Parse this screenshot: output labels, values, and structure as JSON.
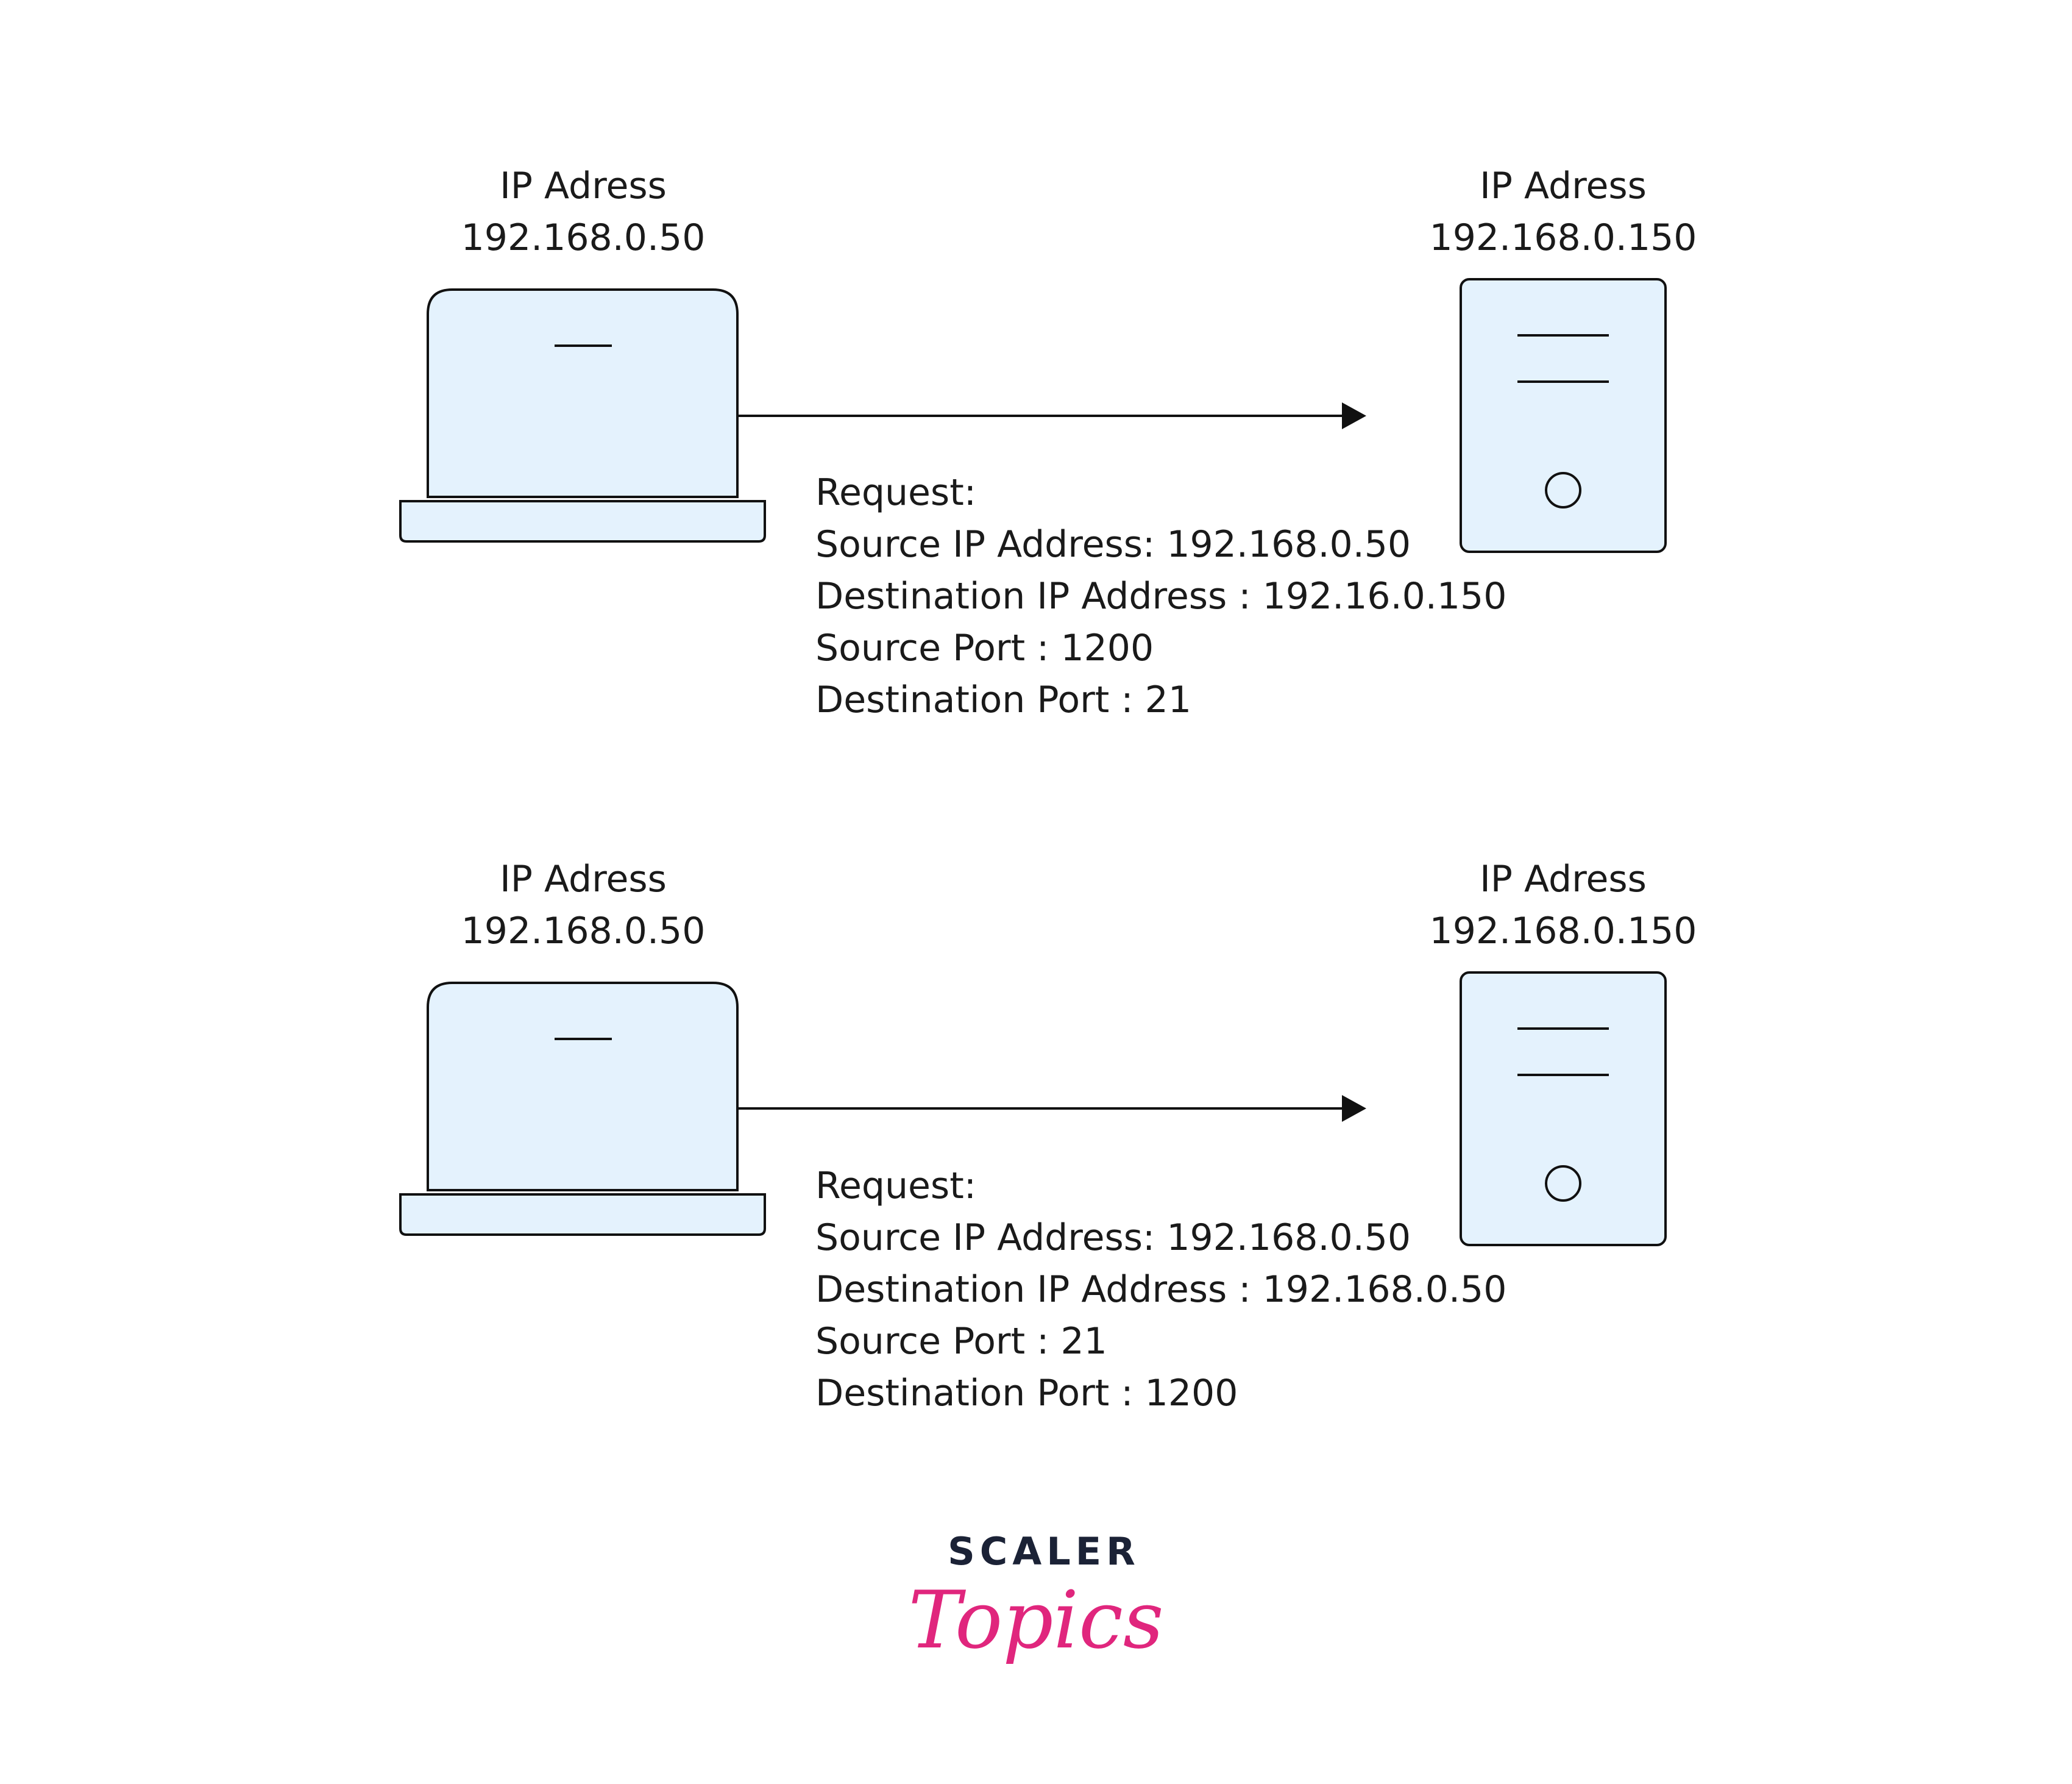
{
  "colors": {
    "device_fill": "#e4f2fd",
    "stroke": "#111111",
    "brand_dark": "#1b2236",
    "brand_pink": "#e0267d"
  },
  "scenarios": [
    {
      "client": {
        "label": "IP Adress",
        "ip": "192.168.0.50",
        "icon": "laptop-icon"
      },
      "server": {
        "label": "IP Adress",
        "ip": "192.168.0.150",
        "icon": "server-icon"
      },
      "request": {
        "title": "Request:",
        "lines": [
          "Source IP Address: 192.168.0.50",
          "Destination IP Address : 192.16.0.150",
          "Source Port : 1200",
          "Destination Port : 21"
        ]
      }
    },
    {
      "client": {
        "label": "IP Adress",
        "ip": "192.168.0.50",
        "icon": "laptop-icon"
      },
      "server": {
        "label": "IP Adress",
        "ip": "192.168.0.150",
        "icon": "server-icon"
      },
      "request": {
        "title": "Request:",
        "lines": [
          "Source IP Address: 192.168.0.50",
          "Destination IP Address : 192.168.0.50",
          "Source Port : 21",
          "Destination Port : 1200"
        ]
      }
    }
  ],
  "brand": {
    "line1": "SCALER",
    "line2": "Topics"
  }
}
